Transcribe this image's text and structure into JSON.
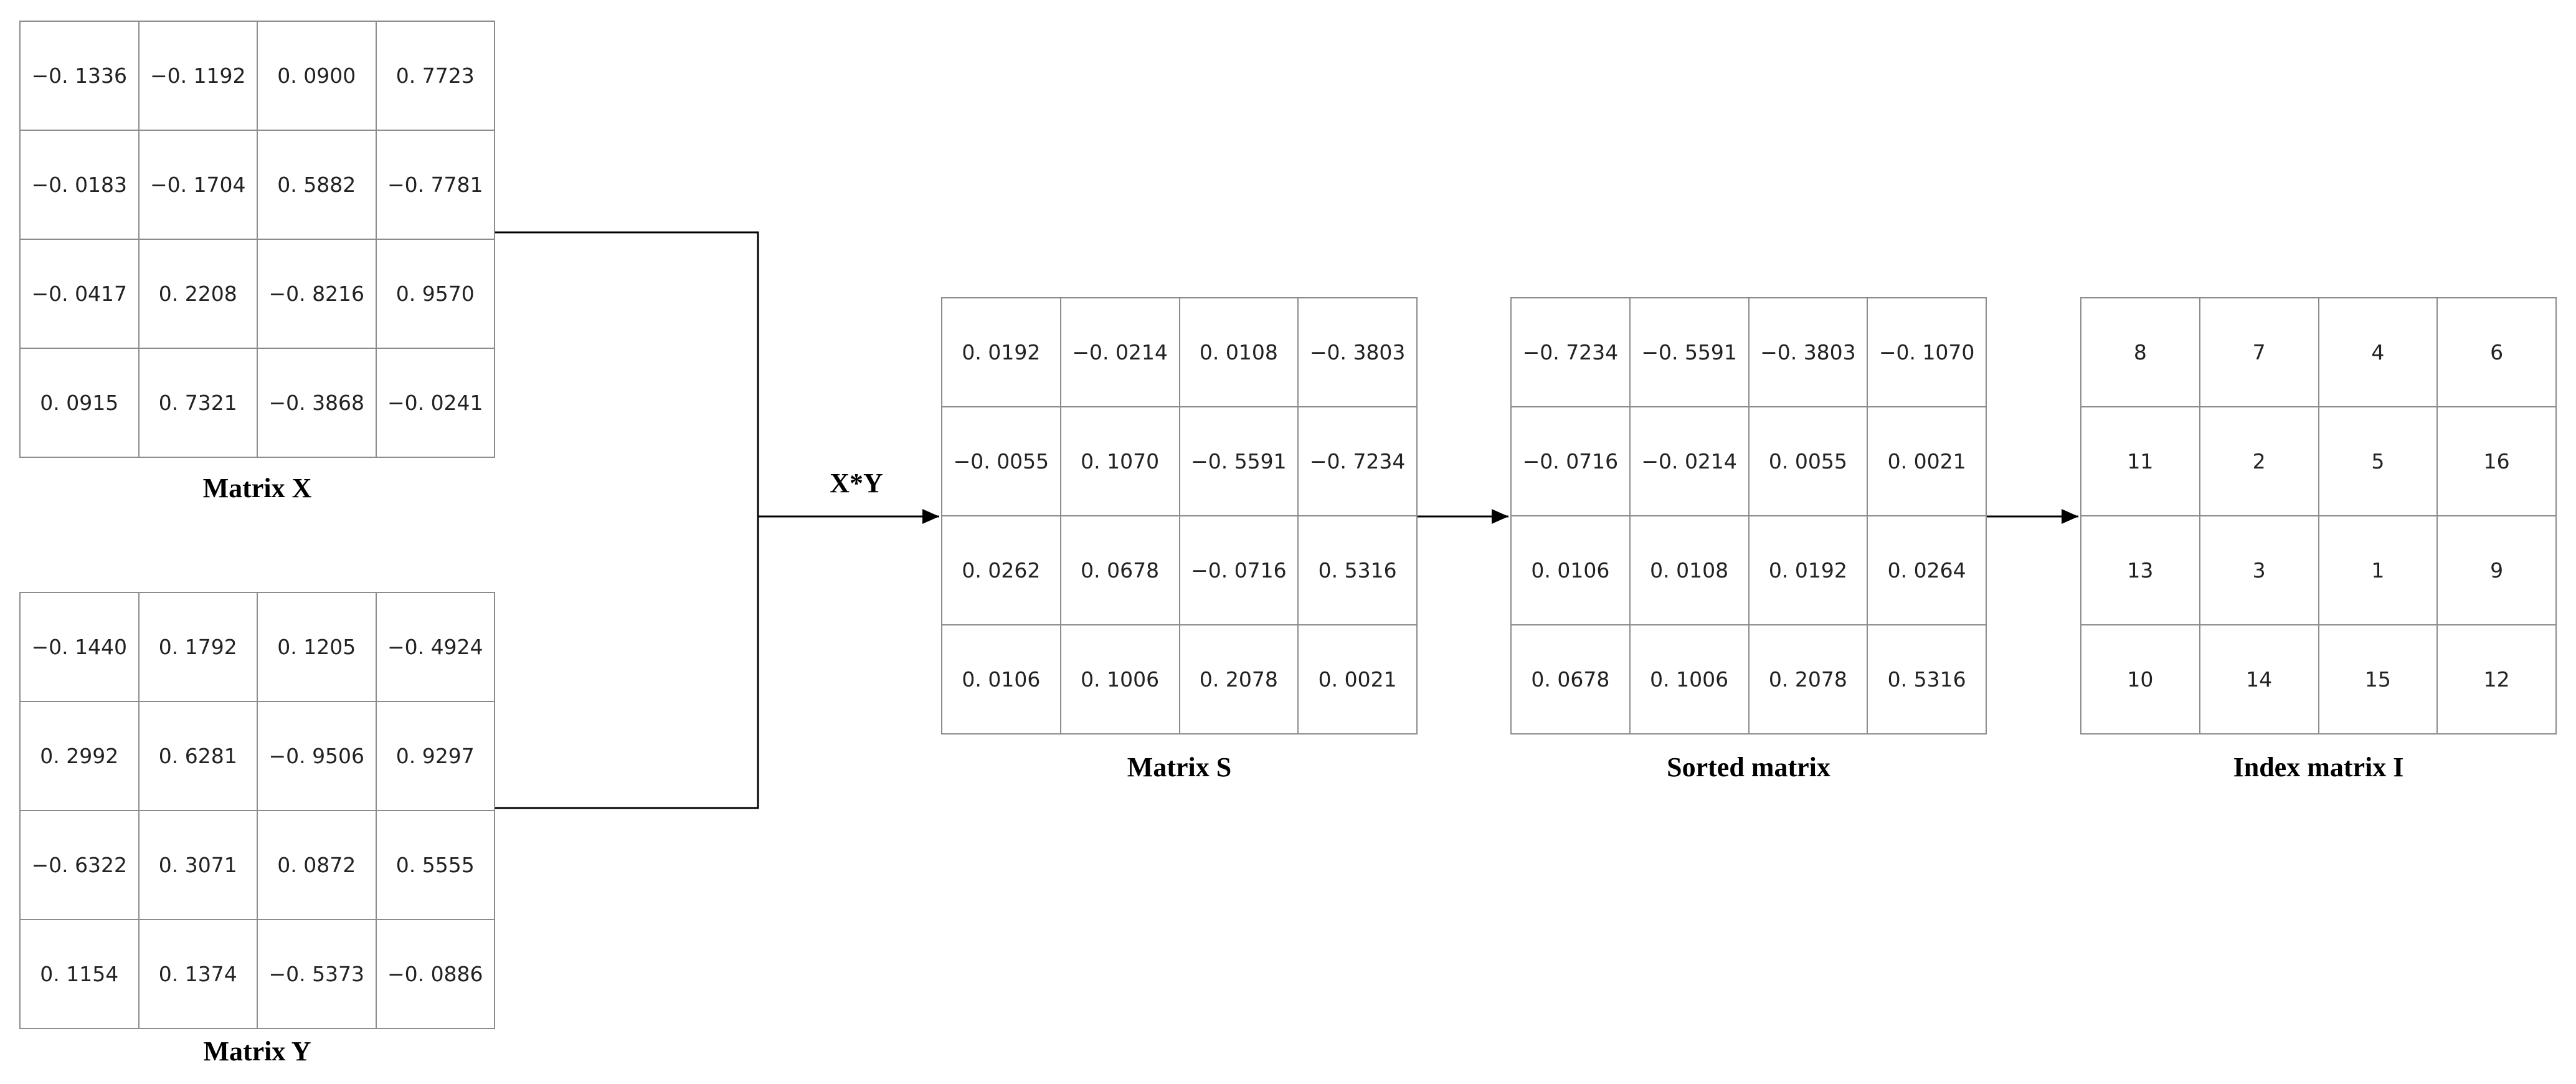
{
  "matrices": {
    "x": {
      "caption": "Matrix X",
      "rows": [
        [
          "−0. 1336",
          "−0. 1192",
          "0. 0900",
          "0. 7723"
        ],
        [
          "−0. 0183",
          "−0. 1704",
          "0. 5882",
          "−0. 7781"
        ],
        [
          "−0. 0417",
          "0. 2208",
          "−0. 8216",
          "0. 9570"
        ],
        [
          "0. 0915",
          "0. 7321",
          "−0. 3868",
          "−0. 0241"
        ]
      ]
    },
    "y": {
      "caption": "Matrix Y",
      "rows": [
        [
          "−0. 1440",
          "0. 1792",
          "0. 1205",
          "−0. 4924"
        ],
        [
          "0. 2992",
          "0. 6281",
          "−0. 9506",
          "0. 9297"
        ],
        [
          "−0. 6322",
          "0. 3071",
          "0. 0872",
          "0. 5555"
        ],
        [
          "0. 1154",
          "0. 1374",
          "−0. 5373",
          "−0. 0886"
        ]
      ]
    },
    "s": {
      "caption": "Matrix S",
      "rows": [
        [
          "0. 0192",
          "−0. 0214",
          "0. 0108",
          "−0. 3803"
        ],
        [
          "−0. 0055",
          "0. 1070",
          "−0. 5591",
          "−0. 7234"
        ],
        [
          "0. 0262",
          "0. 0678",
          "−0. 0716",
          "0. 5316"
        ],
        [
          "0. 0106",
          "0. 1006",
          "0. 2078",
          "0. 0021"
        ]
      ]
    },
    "sorted": {
      "caption": "Sorted matrix",
      "rows": [
        [
          "−0. 7234",
          "−0. 5591",
          "−0. 3803",
          "−0. 1070"
        ],
        [
          "−0. 0716",
          "−0. 0214",
          "0. 0055",
          "0. 0021"
        ],
        [
          "0. 0106",
          "0. 0108",
          "0. 0192",
          "0. 0264"
        ],
        [
          "0. 0678",
          "0. 1006",
          "0. 2078",
          "0. 5316"
        ]
      ]
    },
    "index": {
      "caption": "Index matrix I",
      "rows": [
        [
          "8",
          "7",
          "4",
          "6"
        ],
        [
          "11",
          "2",
          "5",
          "16"
        ],
        [
          "13",
          "3",
          "1",
          "9"
        ],
        [
          "10",
          "14",
          "15",
          "12"
        ]
      ]
    }
  },
  "operation_label": "X*Y"
}
